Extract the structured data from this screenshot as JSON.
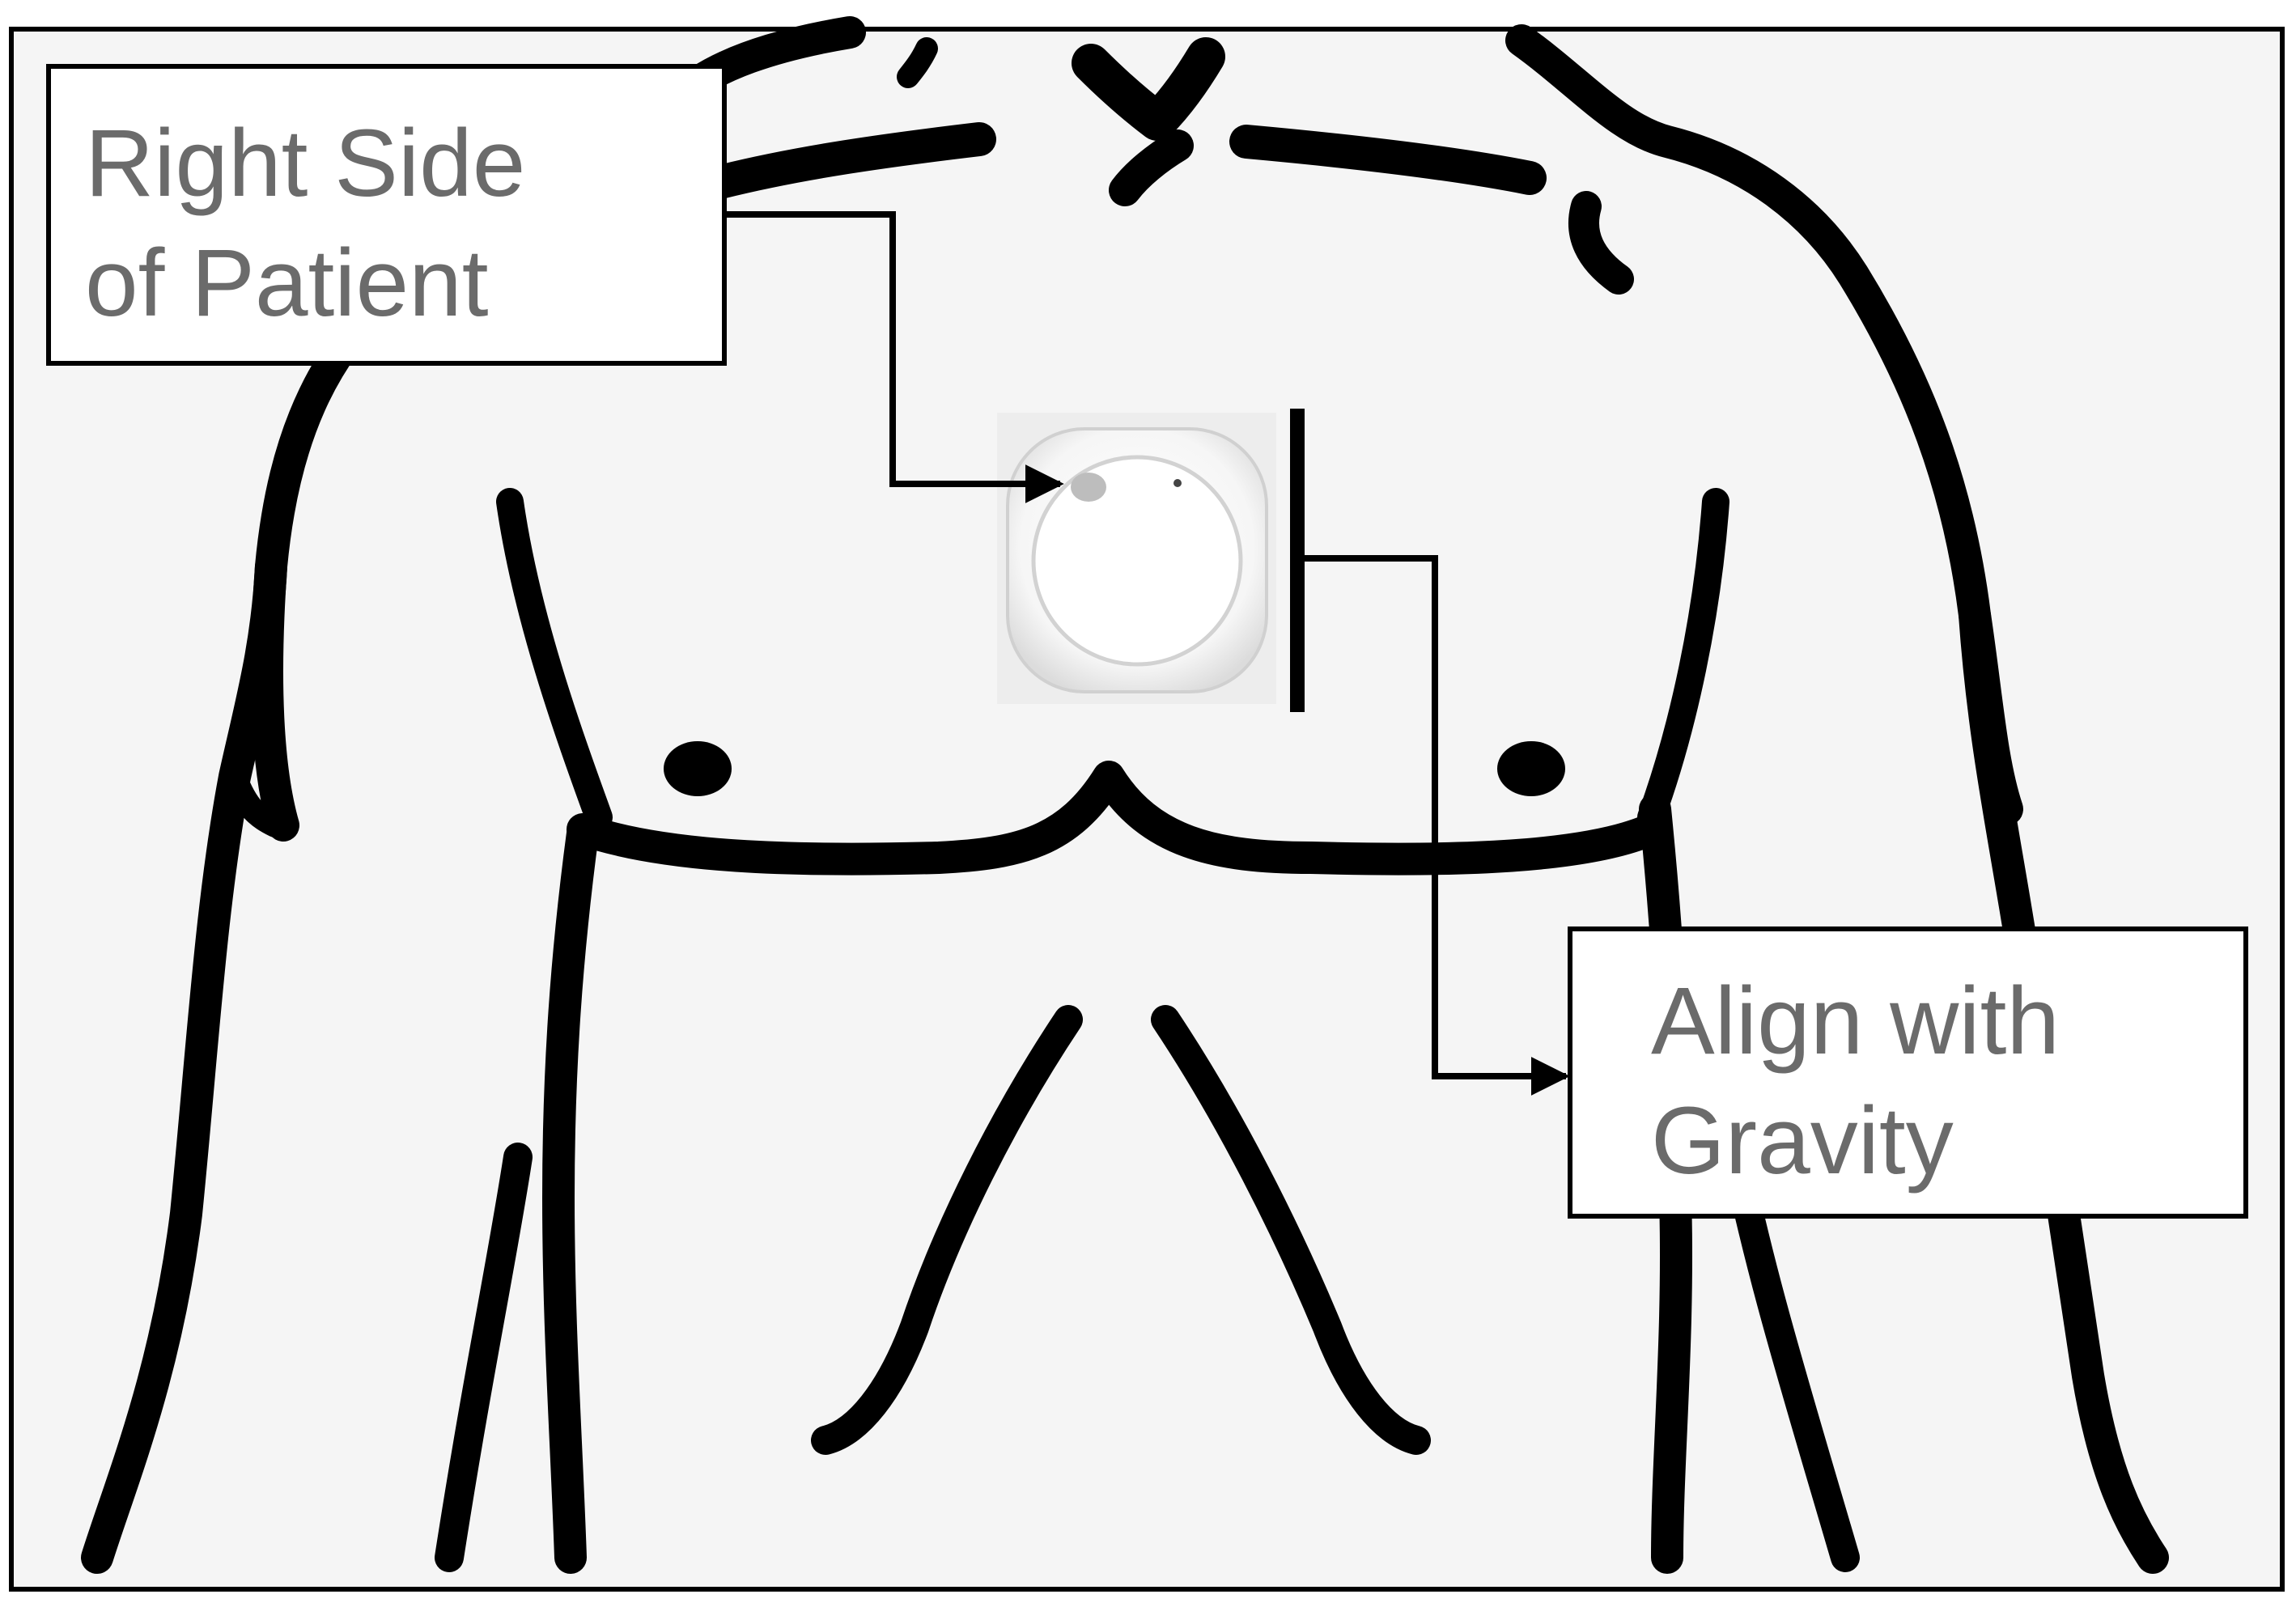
{
  "figure": {
    "label_right_side": {
      "line1": "Right Side",
      "line2": "of Patient"
    },
    "label_align": {
      "line1": "Align with",
      "line2": "Gravity"
    }
  },
  "colors": {
    "outline": "#000000",
    "panel_background": "#f4f4f4",
    "label_text": "#6b6b6b",
    "device_body": "#f7f7f7",
    "device_marker": "#bdbdbd"
  },
  "icons": {
    "device": "wearable-sensor-icon",
    "arrow": "arrow-head-icon"
  }
}
